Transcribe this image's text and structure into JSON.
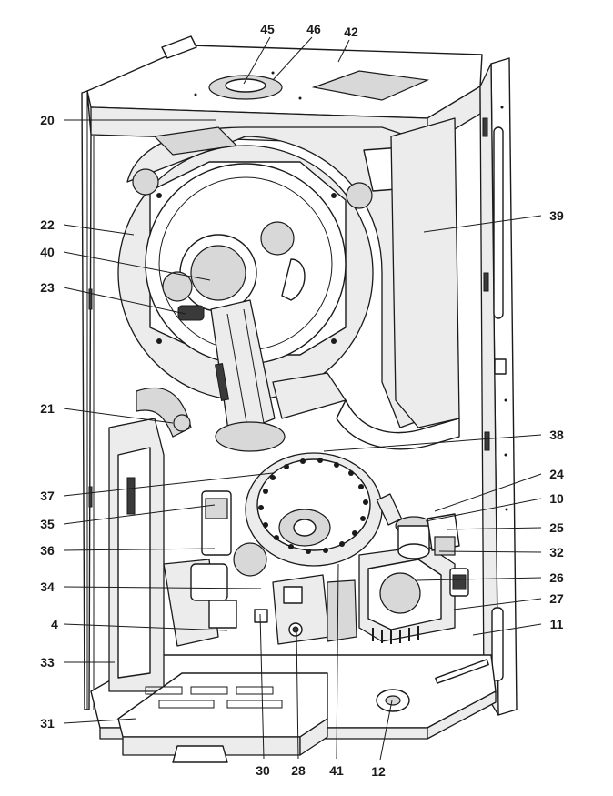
{
  "callouts": {
    "c45": "45",
    "c46": "46",
    "c42": "42",
    "c20": "20",
    "c22": "22",
    "c39": "39",
    "c40": "40",
    "c23": "23",
    "c21": "21",
    "c38": "38",
    "c37": "37",
    "c24": "24",
    "c10": "10",
    "c35": "35",
    "c25": "25",
    "c36": "36",
    "c32": "32",
    "c34": "34",
    "c26": "26",
    "c27": "27",
    "c4": "4",
    "c11": "11",
    "c33": "33",
    "c31": "31",
    "c30": "30",
    "c28": "28",
    "c41": "41",
    "c12": "12"
  }
}
